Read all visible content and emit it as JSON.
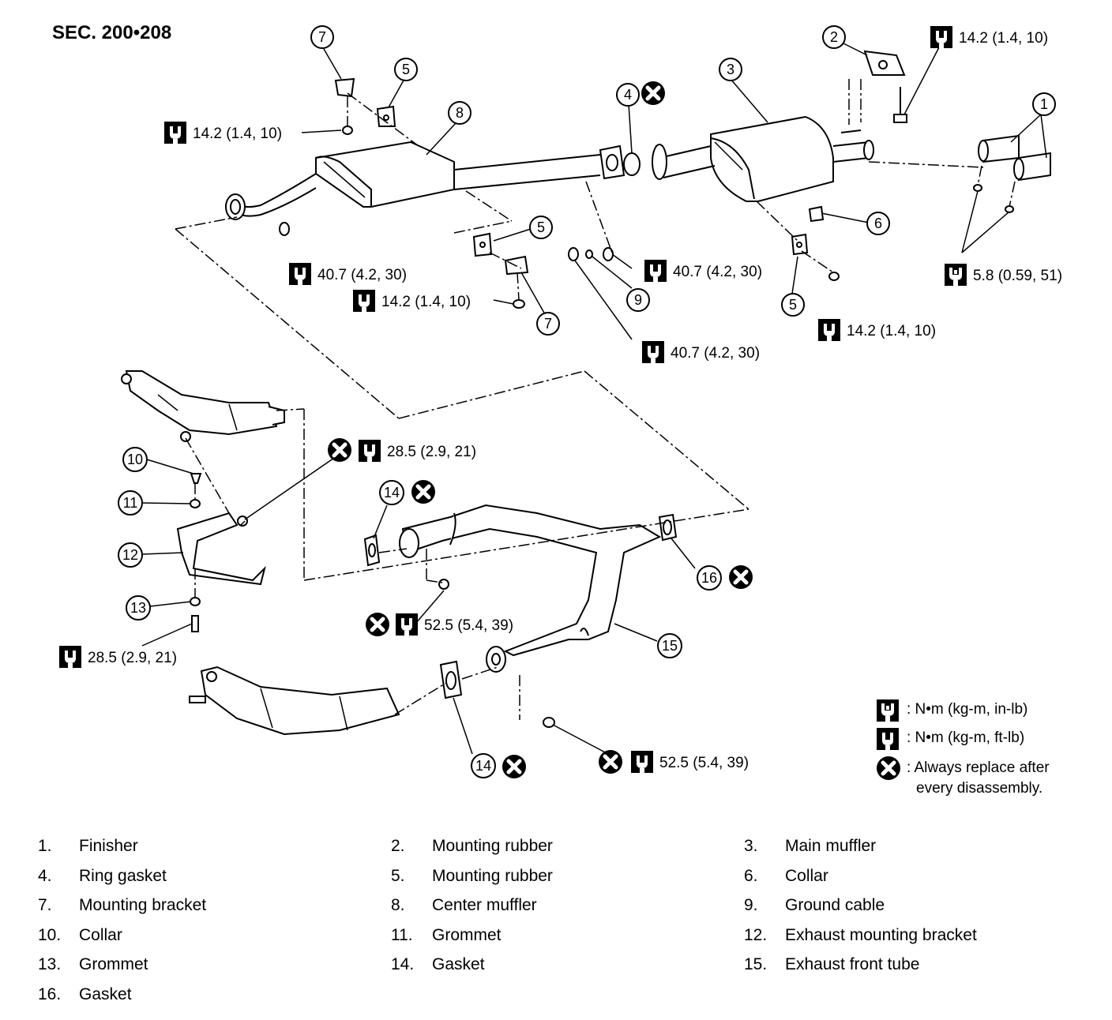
{
  "title": "SEC. 200•208",
  "callouts": [
    {
      "num": "1"
    },
    {
      "num": "2"
    },
    {
      "num": "3"
    },
    {
      "num": "4"
    },
    {
      "num": "5"
    },
    {
      "num": "5"
    },
    {
      "num": "5"
    },
    {
      "num": "6"
    },
    {
      "num": "7"
    },
    {
      "num": "7"
    },
    {
      "num": "8"
    },
    {
      "num": "9"
    },
    {
      "num": "10"
    },
    {
      "num": "11"
    },
    {
      "num": "12"
    },
    {
      "num": "13"
    },
    {
      "num": "14"
    },
    {
      "num": "14"
    },
    {
      "num": "15"
    },
    {
      "num": "16"
    }
  ],
  "torque_labels": [
    "14.2 (1.4, 10)",
    "14.2 (1.4, 10)",
    "40.7 (4.2, 30)",
    "14.2 (1.4, 10)",
    "40.7 (4.2, 30)",
    "40.7 (4.2, 30)",
    "14.2 (1.4, 10)",
    "5.8 (0.59, 51)",
    "28.5 (2.9, 21)",
    "52.5 (5.4, 39)",
    "28.5 (2.9, 21)",
    "52.5 (5.4, 39)"
  ],
  "legend": {
    "in_lb": ": N•m (kg-m, in-lb)",
    "ft_lb": ": N•m (kg-m, ft-lb)",
    "replace_line1": ": Always replace after",
    "replace_line2": "every disassembly."
  },
  "parts": [
    {
      "num": "1.",
      "name": "Finisher"
    },
    {
      "num": "2.",
      "name": "Mounting rubber"
    },
    {
      "num": "3.",
      "name": "Main muffler"
    },
    {
      "num": "4.",
      "name": "Ring gasket"
    },
    {
      "num": "5.",
      "name": "Mounting rubber"
    },
    {
      "num": "6.",
      "name": "Collar"
    },
    {
      "num": "7.",
      "name": "Mounting bracket"
    },
    {
      "num": "8.",
      "name": "Center muffler"
    },
    {
      "num": "9.",
      "name": "Ground cable"
    },
    {
      "num": "10.",
      "name": "Collar"
    },
    {
      "num": "11.",
      "name": "Grommet"
    },
    {
      "num": "12.",
      "name": "Exhaust mounting bracket"
    },
    {
      "num": "13.",
      "name": "Grommet"
    },
    {
      "num": "14.",
      "name": "Gasket"
    },
    {
      "num": "15.",
      "name": "Exhaust front tube"
    },
    {
      "num": "16.",
      "name": "Gasket"
    }
  ]
}
